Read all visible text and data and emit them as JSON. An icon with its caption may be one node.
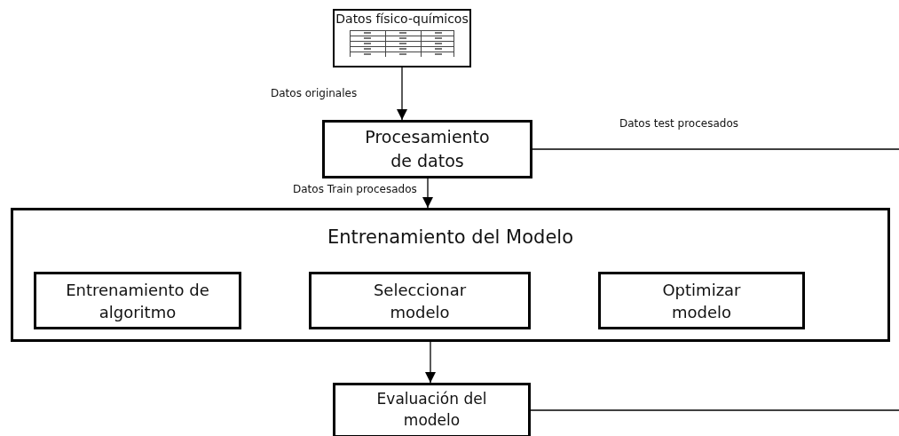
{
  "diagram": {
    "nodes": [
      {
        "text": [
          "Datos físico-químicos"
        ]
      },
      {
        "text": [
          "Procesamiento de datos"
        ]
      },
      {
        "text": [
          "Entrenamiento del Modelo"
        ]
      },
      {
        "text": [
          "Entrenamiento de algoritmo"
        ],
        "in": 2
      },
      {
        "text": [
          "Seleccionar modelo"
        ],
        "in": 2
      },
      {
        "text": [
          "Optimizar modelo"
        ],
        "in": 2
      },
      {
        "text": [
          "Evaluación del modelo"
        ]
      }
    ],
    "edges": [
      {
        "from": 0,
        "to": 1,
        "arrow": "to",
        "label": "Datos originales"
      },
      {
        "from": 1,
        "to": 2,
        "arrow": "to",
        "label": "Datos Train procesados"
      },
      {
        "from": 1,
        "to": null,
        "arrow": "none",
        "label": "Datos test procesados"
      },
      {
        "from": 2,
        "to": 6,
        "arrow": "to"
      },
      {
        "from": 6,
        "to": null,
        "arrow": "none"
      }
    ]
  }
}
